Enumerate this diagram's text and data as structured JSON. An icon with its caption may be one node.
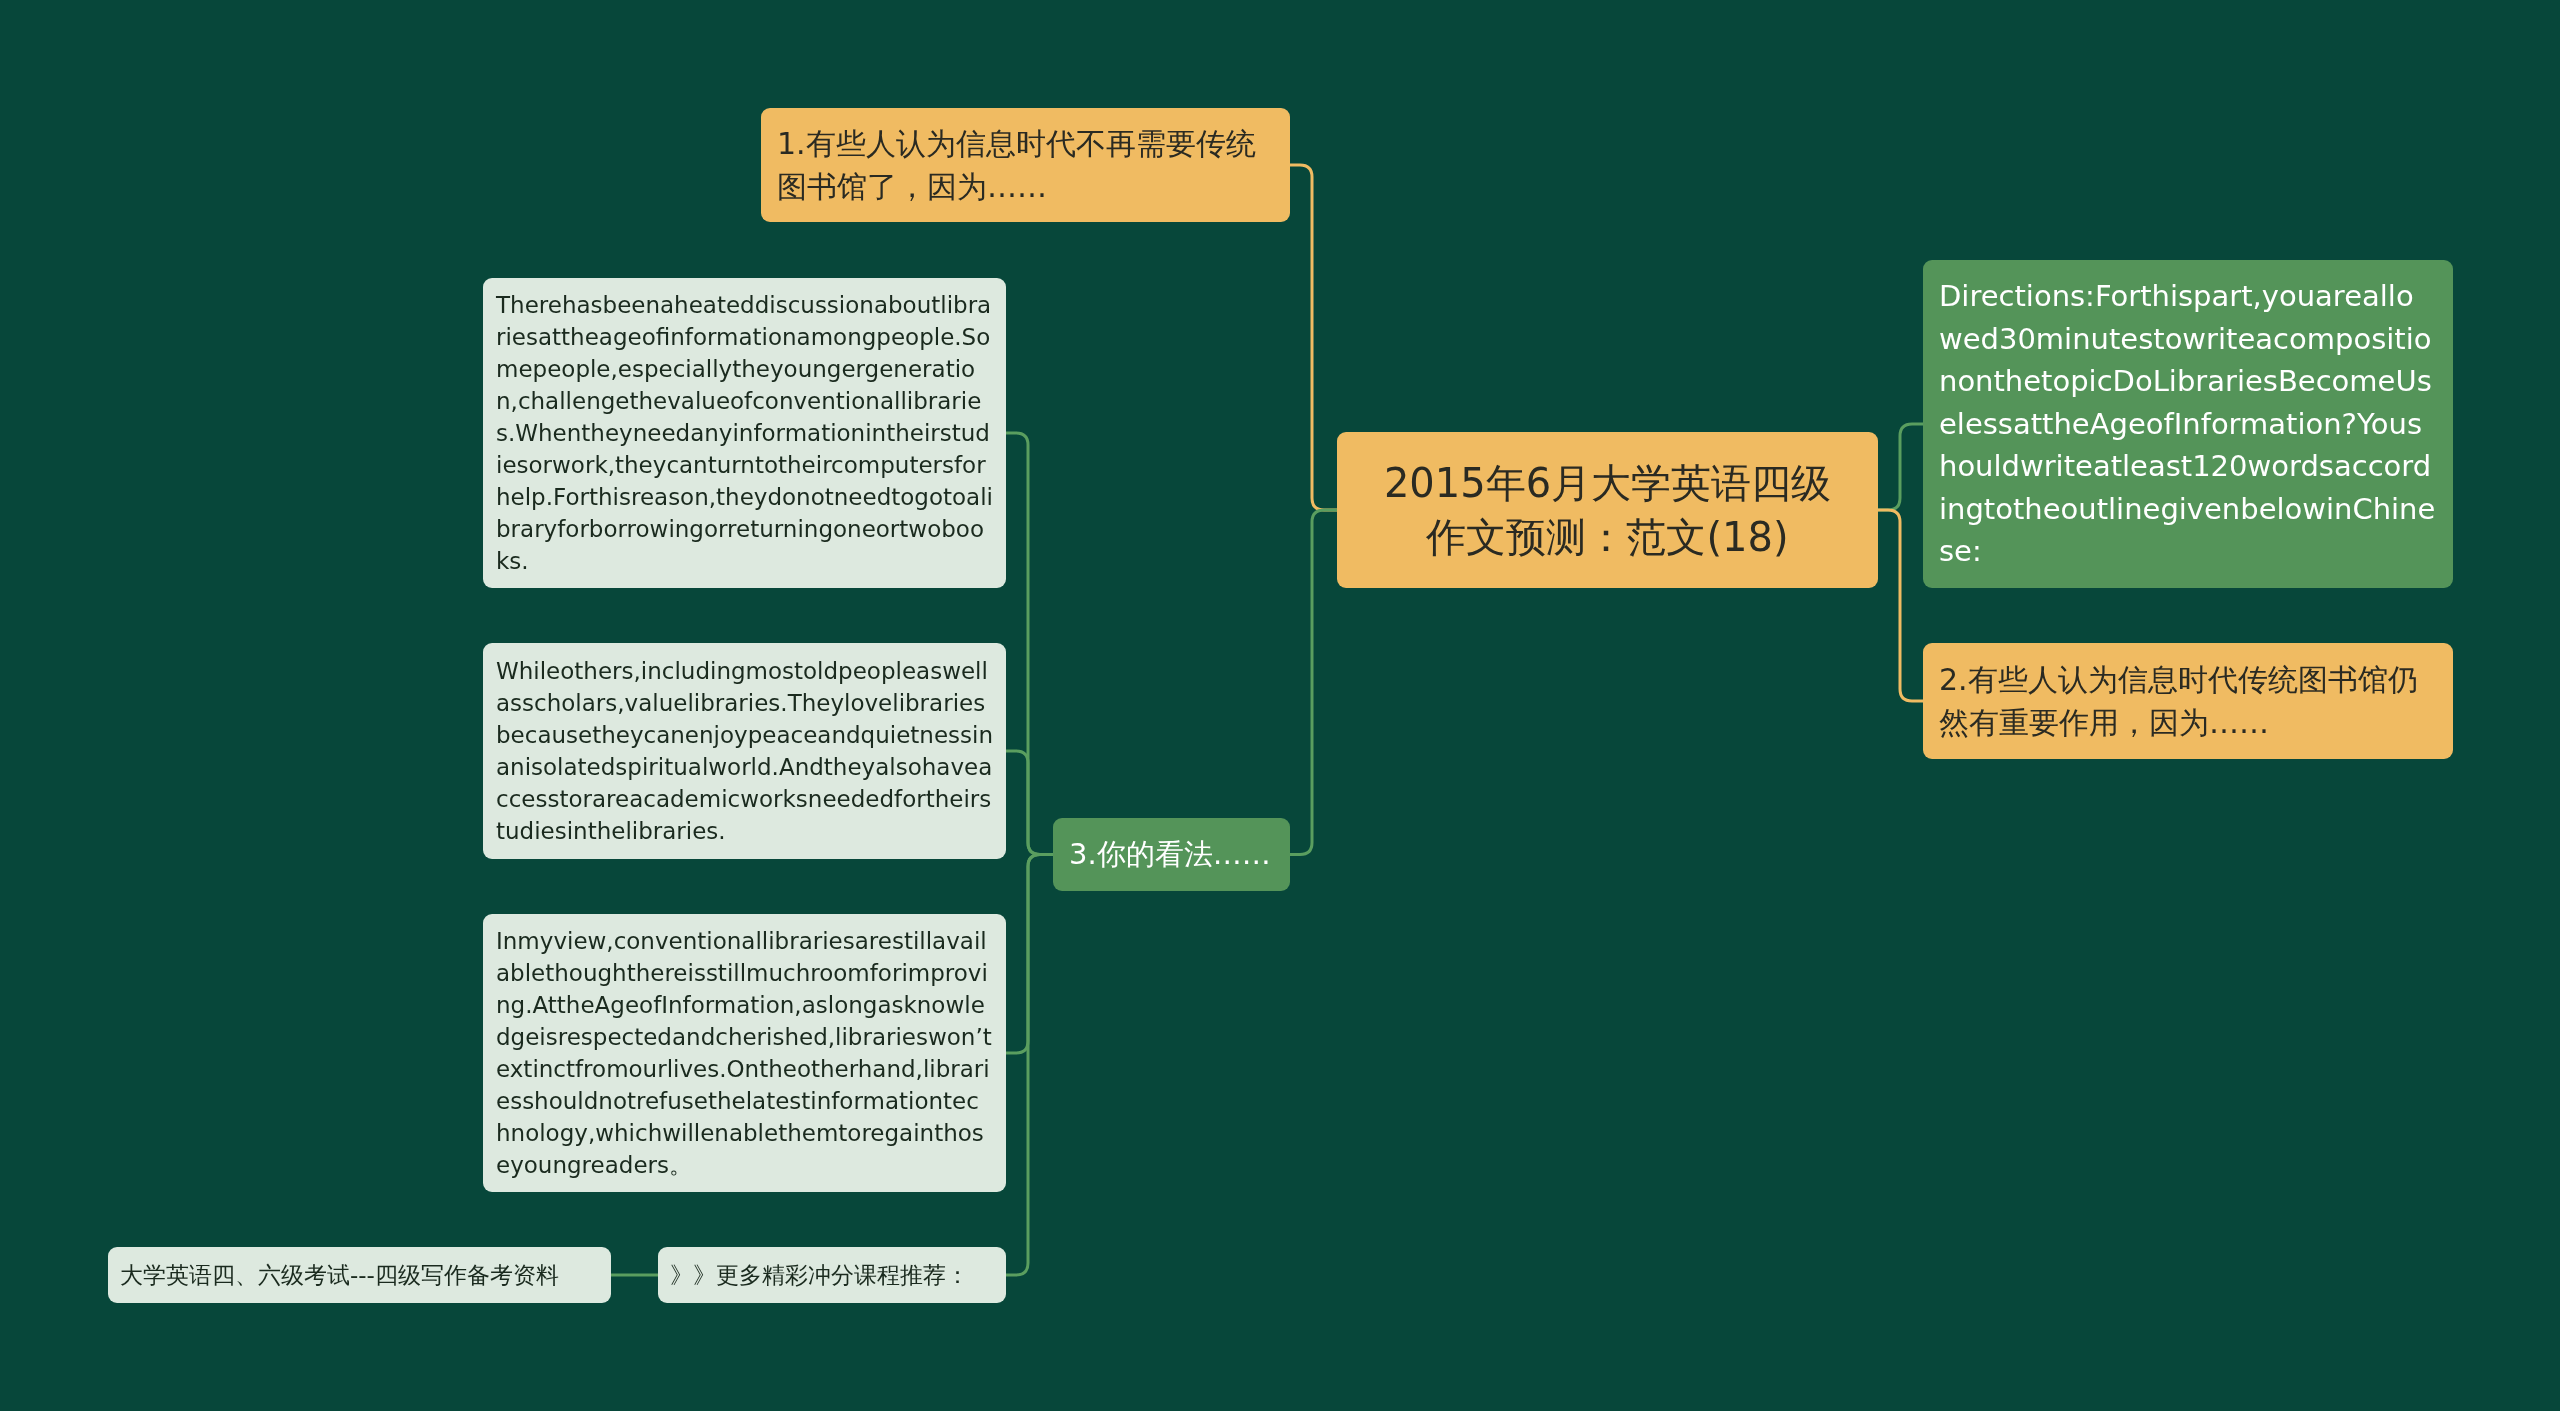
{
  "diagram": {
    "nodes": [
      {
        "text": [
          "2015年6月大学英语四级作文预测：范文(18)"
        ]
      },
      {
        "text": [
          "1.有些人认为信息时代不再需要传统图书馆了，因为……"
        ]
      },
      {
        "text": [
          "Directions:Forthispart,youareallowed30minutestowriteacompositiononthetopicDoLibrariesBecomeUselessattheAgeofInformation?Youshouldwriteatleast120wordsaccordingtotheoutlinegivenbelowinChinese:"
        ]
      },
      {
        "text": [
          "2.有些人认为信息时代传统图书馆仍然有重要作用，因为……"
        ]
      },
      {
        "text": [
          "3.你的看法……"
        ]
      },
      {
        "text": [
          "Therehasbeenaheateddiscussionaboutlibrariesattheageofinformationamongpeople.Somepeople,especiallytheyoungergeneration,challengethevalueofconventionallibraries.Whentheyneedanyinformationintheirstudiesorwork,theycanturntotheircomputersforhelp.Forthisreason,theydonotneedtogotoalibraryforborrowingorreturningoneortwobooks."
        ]
      },
      {
        "text": [
          "Whileothers,includingmostoldpeopleaswellasscholars,valuelibraries.Theylovelibrariesbecausetheycanenjoypeaceandquietnessinanisolatedspiritualworld.Andtheyalsohaveaccesstorareacademicworksneededfortheirstudiesinthelibraries."
        ]
      },
      {
        "text": [
          "Inmyview,conventionallibrariesarestillavailablethoughthereisstillmuchroomforimproving.AttheAgeofInformation,aslongasknowledgeisrespectedandcherished,librarieswon’textinctfromourlives.Ontheotherhand,librariesshouldnotrefusethelatestinformationtechnology,whichwillenablethemtoregainthoseyoungreaders。"
        ]
      },
      {
        "text": [
          "》》更多精彩冲分课程推荐："
        ]
      },
      {
        "text": [
          "大学英语四、六级考试---四级写作备考资料"
        ]
      }
    ],
    "edges": [
      {
        "from": 0,
        "to": 1,
        "arrow": "none",
        "color": "#f0bb62"
      },
      {
        "from": 0,
        "to": 2,
        "arrow": "none"
      },
      {
        "from": 0,
        "to": 3,
        "arrow": "none",
        "color": "#f0bb62"
      },
      {
        "from": 0,
        "to": 4,
        "arrow": "none"
      },
      {
        "from": 4,
        "to": 5,
        "arrow": "none"
      },
      {
        "from": 4,
        "to": 6,
        "arrow": "none"
      },
      {
        "from": 4,
        "to": 7,
        "arrow": "none"
      },
      {
        "from": 4,
        "to": 8,
        "arrow": "none"
      },
      {
        "from": 8,
        "to": 9,
        "arrow": "none"
      }
    ]
  }
}
